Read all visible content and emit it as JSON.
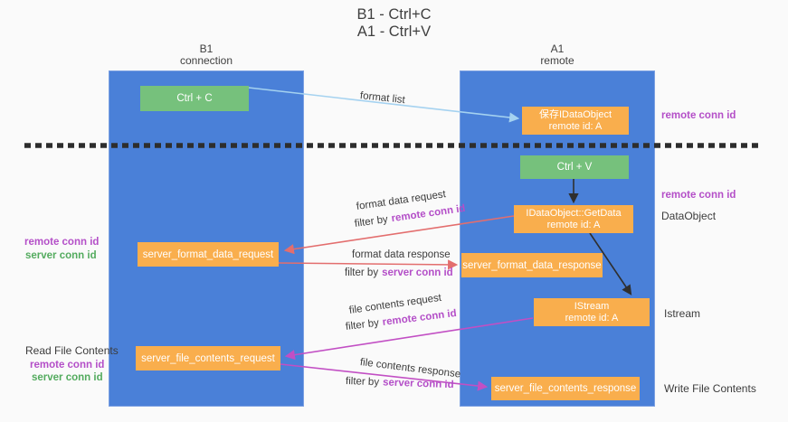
{
  "title": {
    "line1": "B1 - Ctrl+C",
    "line2": "A1 - Ctrl+V"
  },
  "lanes": {
    "left": {
      "name": "B1",
      "role": "connection"
    },
    "right": {
      "name": "A1",
      "role": "remote"
    }
  },
  "nodes": {
    "ctrl_c": {
      "label": "Ctrl + C"
    },
    "save_idataobject": {
      "line1": "保存IDataObject",
      "line2": "remote id: A"
    },
    "ctrl_v": {
      "label": "Ctrl + V"
    },
    "getdata": {
      "line1": "IDataObject::GetData",
      "line2": "remote id: A"
    },
    "format_request": {
      "label": "server_format_data_request"
    },
    "format_response": {
      "label": "server_format_data_response"
    },
    "istream": {
      "line1": "IStream",
      "line2": "remote id: A"
    },
    "file_request": {
      "label": "server_file_contents_request"
    },
    "file_response": {
      "label": "server_file_contents_response"
    }
  },
  "flow_labels": {
    "format_list": "format list",
    "format_data_request": "format data request",
    "format_data_response": "format data response",
    "file_contents_request": "file contents request",
    "file_contents_response": "file contents response",
    "filter_by": "filter by",
    "remote_conn_id": "remote conn id",
    "server_conn_id": "server conn id"
  },
  "side_labels": {
    "dataobject": "DataObject",
    "istream": "Istream",
    "read_file_contents": "Read File Contents",
    "write_file_contents": "Write File Contents"
  },
  "colors": {
    "lane_blue": "#4a80d8",
    "node_orange": "#f9ae4d",
    "node_green": "#76c17c",
    "arrow_salmon": "#e36e6e",
    "arrow_magenta": "#c24fc4",
    "arrow_light_blue": "#a5d2f0",
    "arrow_black": "#2f2f2f",
    "text_purple": "#b44fc8",
    "text_green": "#53ab5e"
  }
}
